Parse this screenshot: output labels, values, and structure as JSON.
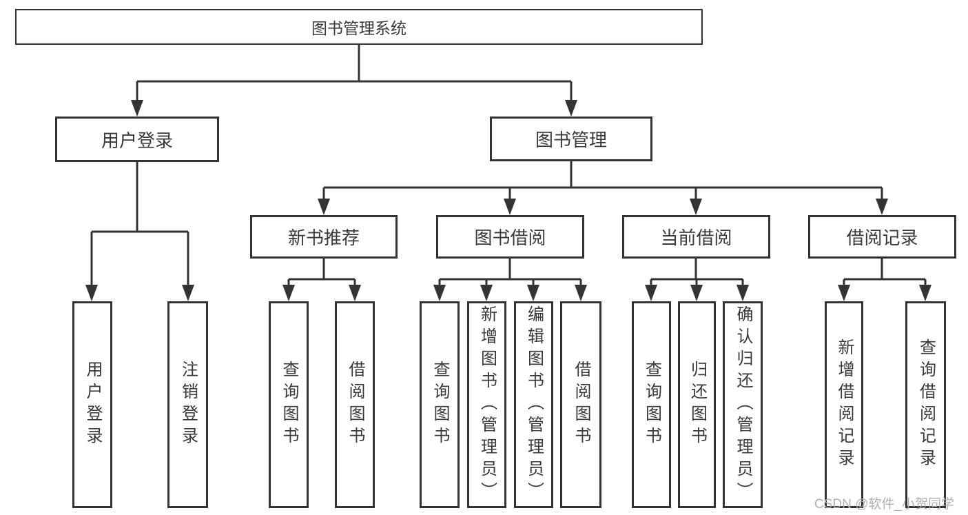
{
  "diagram": {
    "type": "org-chart",
    "tree": {
      "label": "图书管理系统",
      "children": [
        {
          "label": "用户登录",
          "children": [
            {
              "label": "用户登录"
            },
            {
              "label": "注销登录"
            }
          ]
        },
        {
          "label": "图书管理",
          "children": [
            {
              "label": "新书推荐",
              "children": [
                {
                  "label": "查询图书"
                },
                {
                  "label": "借阅图书"
                }
              ]
            },
            {
              "label": "图书借阅",
              "children": [
                {
                  "label": "查询图书"
                },
                {
                  "label": "新增图书（管理员）"
                },
                {
                  "label": "编辑图书（管理员）"
                },
                {
                  "label": "借阅图书"
                }
              ]
            },
            {
              "label": "当前借阅",
              "children": [
                {
                  "label": "查询图书"
                },
                {
                  "label": "归还图书"
                },
                {
                  "label": "确认归还（管理员）"
                }
              ]
            },
            {
              "label": "借阅记录",
              "children": [
                {
                  "label": "新增借阅记录"
                },
                {
                  "label": "查询借阅记录"
                }
              ]
            }
          ]
        }
      ]
    },
    "colors": {
      "line": "#333333",
      "text": "#3a3a3a",
      "background": "#ffffff",
      "watermark": "#b0b0b0"
    }
  },
  "watermark": {
    "text": "CSDN @软件_小贺同学"
  }
}
